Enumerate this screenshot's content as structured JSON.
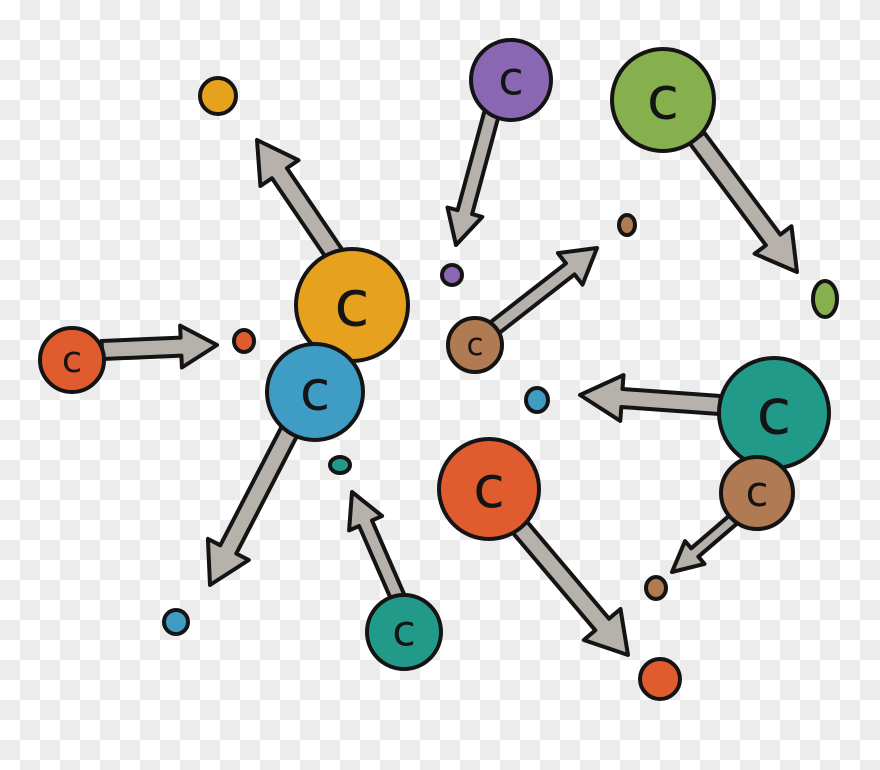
{
  "colors": {
    "outline": "#141414",
    "arrow": "#b7b1ab",
    "orange": "#e6a11f",
    "purple": "#8a67b2",
    "green": "#86b04e",
    "red": "#e05c2e",
    "blue": "#3f9dc5",
    "brown": "#b07a52",
    "teal": "#229a8a"
  },
  "atom_letter": "c",
  "atoms": [
    {
      "name": "carbon-atom-orange-center",
      "color": "orange",
      "letter": true
    },
    {
      "name": "carbon-atom-blue-center",
      "color": "blue",
      "letter": true
    },
    {
      "name": "carbon-atom-purple",
      "color": "purple",
      "letter": true
    },
    {
      "name": "carbon-atom-green",
      "color": "green",
      "letter": true
    },
    {
      "name": "carbon-atom-red-left",
      "color": "red",
      "letter": true
    },
    {
      "name": "carbon-atom-brown-center",
      "color": "brown",
      "letter": true
    },
    {
      "name": "carbon-atom-teal-right",
      "color": "teal",
      "letter": true
    },
    {
      "name": "carbon-atom-brown-right",
      "color": "brown",
      "letter": true
    },
    {
      "name": "carbon-atom-red-bottom",
      "color": "red",
      "letter": true
    },
    {
      "name": "carbon-atom-teal-bottom",
      "color": "teal",
      "letter": true
    }
  ],
  "particles": [
    {
      "name": "particle-orange",
      "color": "orange"
    },
    {
      "name": "particle-purple",
      "color": "purple"
    },
    {
      "name": "particle-brown-top",
      "color": "brown"
    },
    {
      "name": "particle-red-left",
      "color": "red"
    },
    {
      "name": "particle-green",
      "color": "green"
    },
    {
      "name": "particle-blue-center",
      "color": "blue"
    },
    {
      "name": "particle-teal-small",
      "color": "teal"
    },
    {
      "name": "particle-blue-bottom",
      "color": "blue"
    },
    {
      "name": "particle-brown-bottom",
      "color": "brown"
    },
    {
      "name": "particle-red-bottom",
      "color": "red"
    }
  ],
  "arrows": [
    {
      "name": "arrow-up-left"
    },
    {
      "name": "arrow-down-left"
    },
    {
      "name": "arrow-left-right"
    },
    {
      "name": "arrow-purple-down"
    },
    {
      "name": "arrow-green-down"
    },
    {
      "name": "arrow-brown-up"
    },
    {
      "name": "arrow-teal-left"
    },
    {
      "name": "arrow-red-down"
    },
    {
      "name": "arrow-brown-small"
    },
    {
      "name": "arrow-teal-up"
    }
  ]
}
